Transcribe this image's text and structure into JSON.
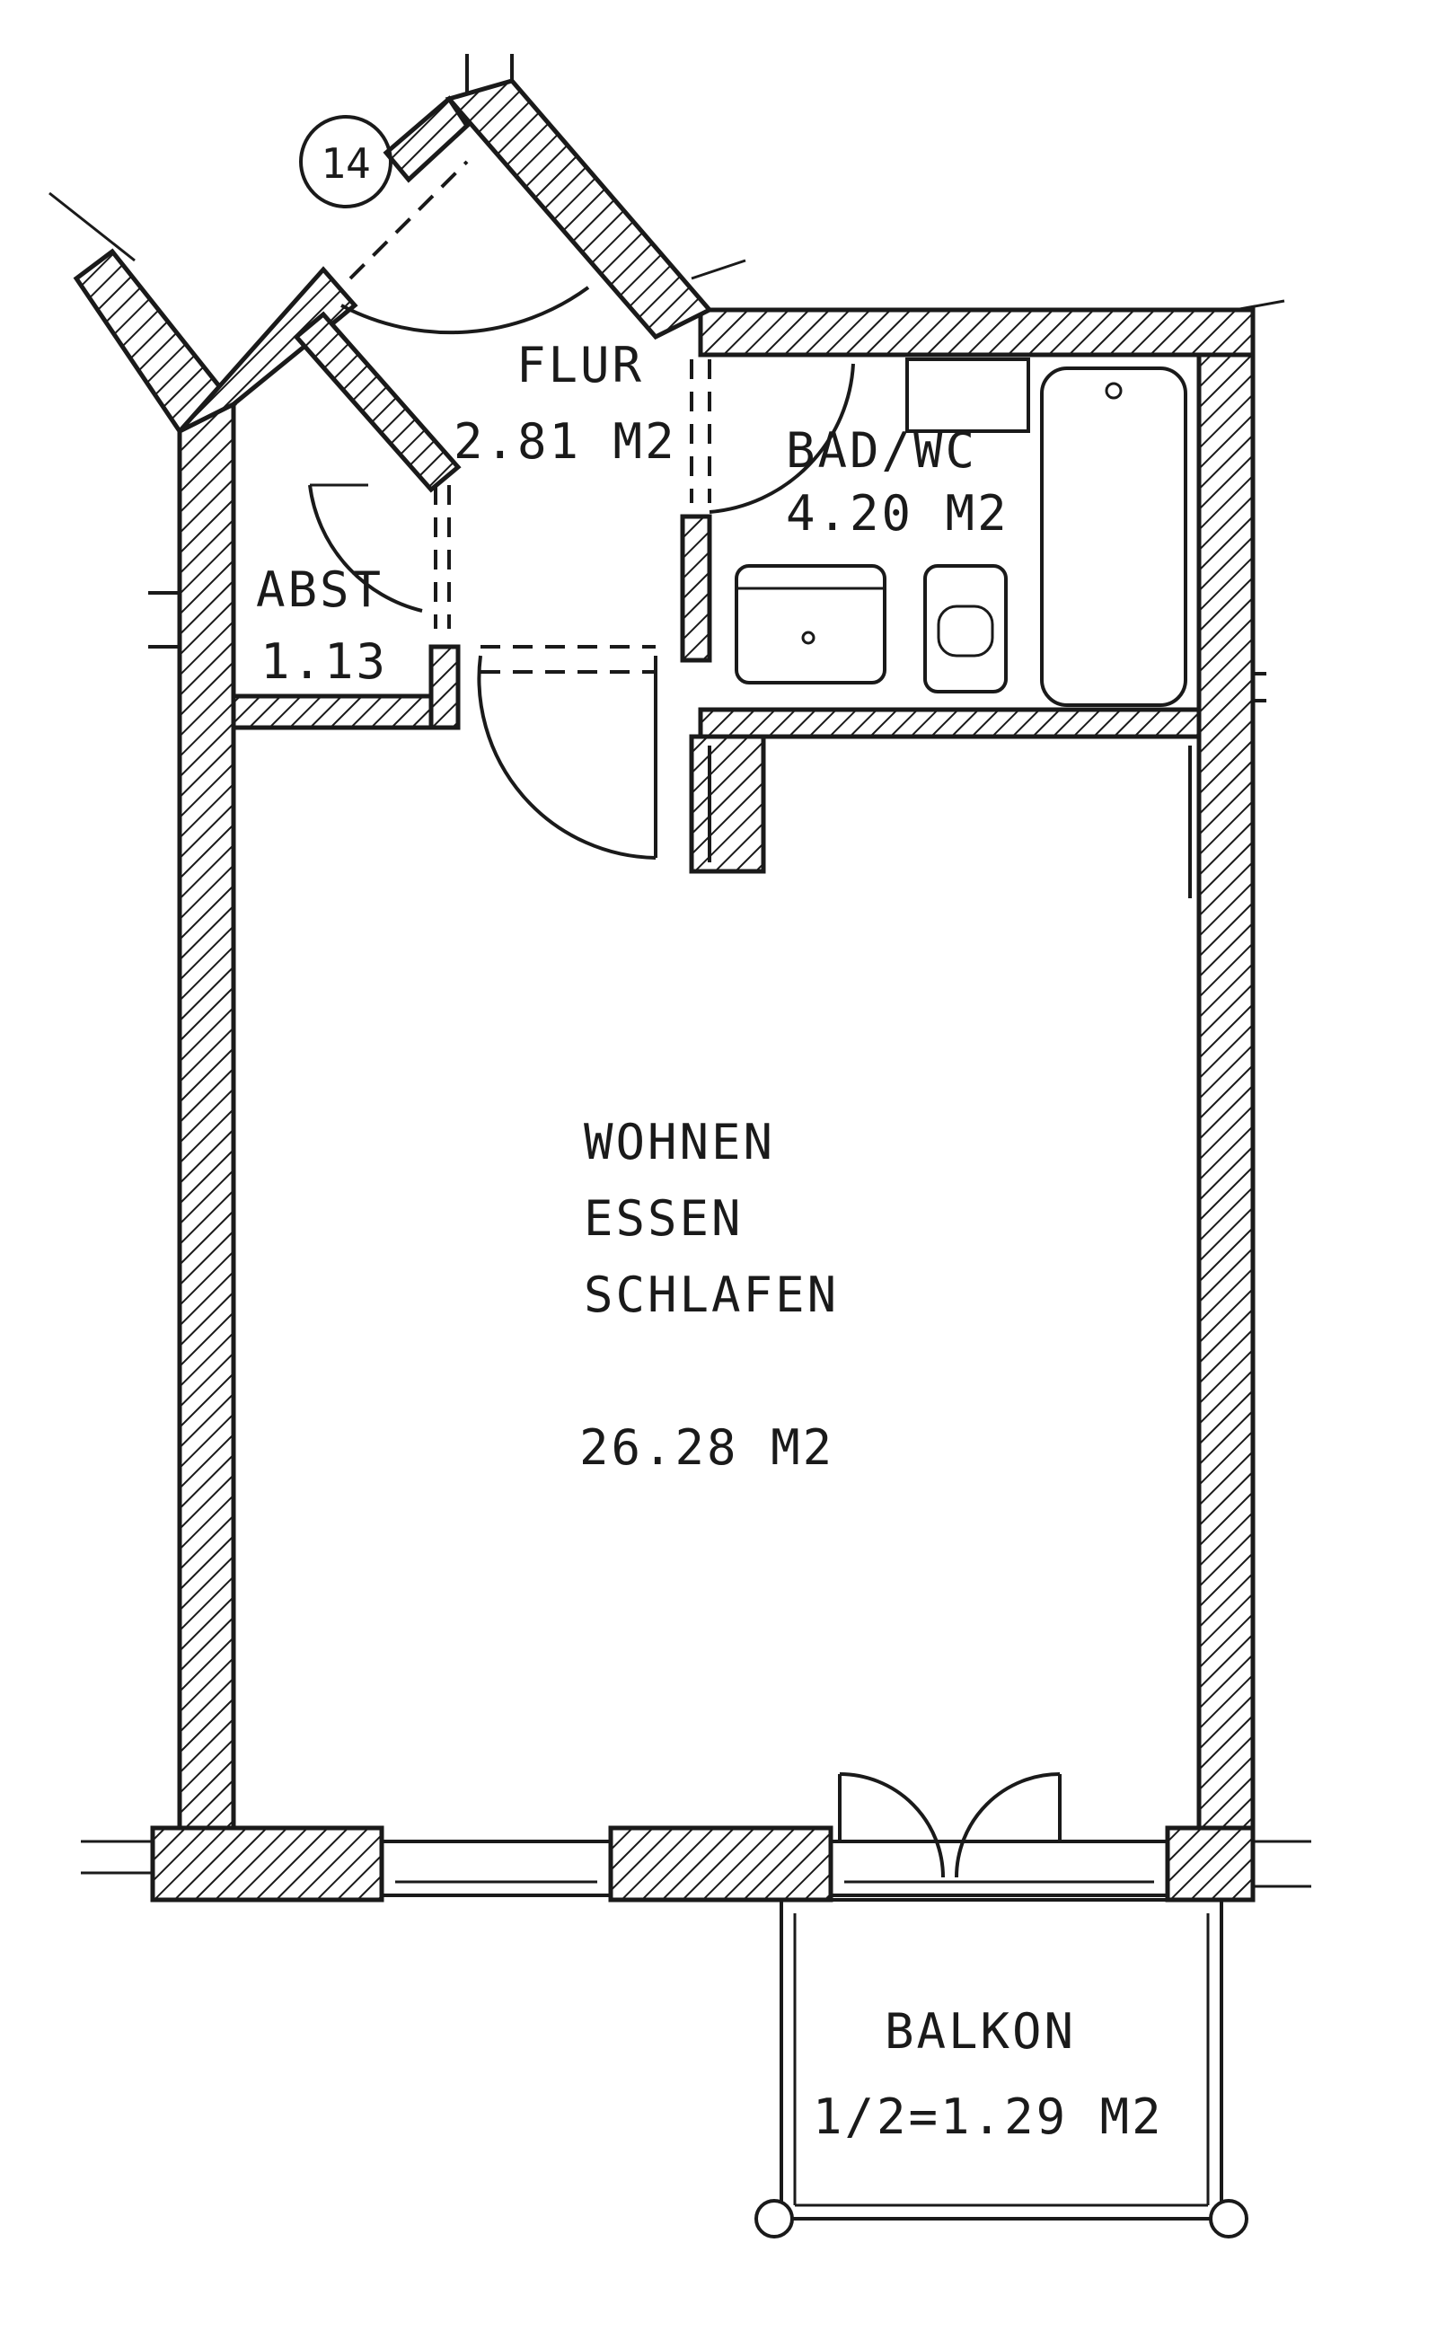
{
  "plan": {
    "unit_number": "14",
    "rooms": {
      "flur": {
        "name": "FLUR",
        "area": "2.81 M2"
      },
      "bad": {
        "name": "BAD/WC",
        "area": "4.20 M2"
      },
      "abst": {
        "name": "ABST",
        "area": "1.13"
      },
      "wohnen": {
        "line1": "WOHNEN",
        "line2": "ESSEN",
        "line3": "SCHLAFEN",
        "area": "26.28 M2"
      },
      "balkon": {
        "name": "BALKON",
        "area": "1/2=1.29 M2"
      }
    }
  }
}
